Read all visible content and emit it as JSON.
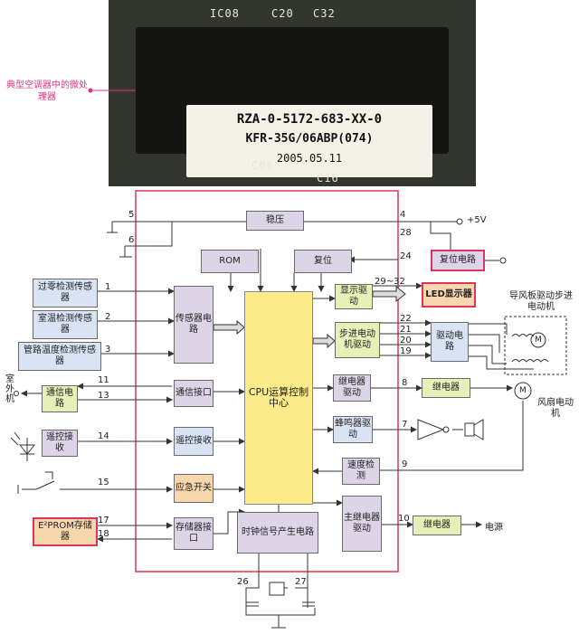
{
  "photo": {
    "callout": "典型空调器中的微处理器",
    "silkscreen_top": [
      "IC08",
      "C20",
      "C32"
    ],
    "silkscreen_bottom": [
      "C06",
      "C16"
    ],
    "label_line1": "RZA-0-5172-683-XX-0",
    "label_line2": "KFR-35G/06ABP(074)",
    "label_line3": "2005.05.11"
  },
  "blocks": {
    "stabilizer": "稳压",
    "rom": "ROM",
    "reset": "复位",
    "reset_circuit": "复位电路",
    "zero_sensor": "过零检测传感器",
    "room_sensor": "室温检测传感器",
    "pipe_sensor": "管路温度检测传感器",
    "sensor_circuit": "传感器电路",
    "cpu": "CPU运算控制中心",
    "display_driver": "显示驱动",
    "led": "LED显示器",
    "stepper_driver": "步进电动机驱动",
    "drive_circuit": "驱动电路",
    "relay_driver": "继电器驱动",
    "relay1": "继电器",
    "comm_circuit": "通信电路",
    "comm_interface": "通信接口",
    "remote_rx": "遥控接收",
    "remote_iface": "遥控接收",
    "buzzer_driver": "蜂鸣器驱动",
    "speed_detect": "速度检测",
    "emergency": "应急开关",
    "eeprom": "E²PROM存储器",
    "mem_iface": "存储器接口",
    "clock": "时钟信号产生电路",
    "main_relay_driver": "主继电器驱动",
    "relay2": "继电器"
  },
  "labels": {
    "vcc": "+5V",
    "stepper_motor": "导风板驱动步进电动机",
    "fan_motor": "风扇电动机",
    "outdoor": "室外机",
    "power": "电源",
    "motor_symbol": "M"
  },
  "pins": [
    "5",
    "6",
    "4",
    "28",
    "24",
    "1",
    "2",
    "3",
    "29~32",
    "22",
    "21",
    "20",
    "19",
    "11",
    "13",
    "8",
    "14",
    "7",
    "9",
    "15",
    "17",
    "18",
    "10",
    "26",
    "27"
  ],
  "colors": {
    "frame": "#e0355a",
    "cpu": "#fdea88",
    "sensor": "#d8e3f4",
    "interface": "#ddd4e8",
    "driver": "#e6f0b8",
    "switch": "#f8d6ae",
    "callout": "#e0357f"
  }
}
